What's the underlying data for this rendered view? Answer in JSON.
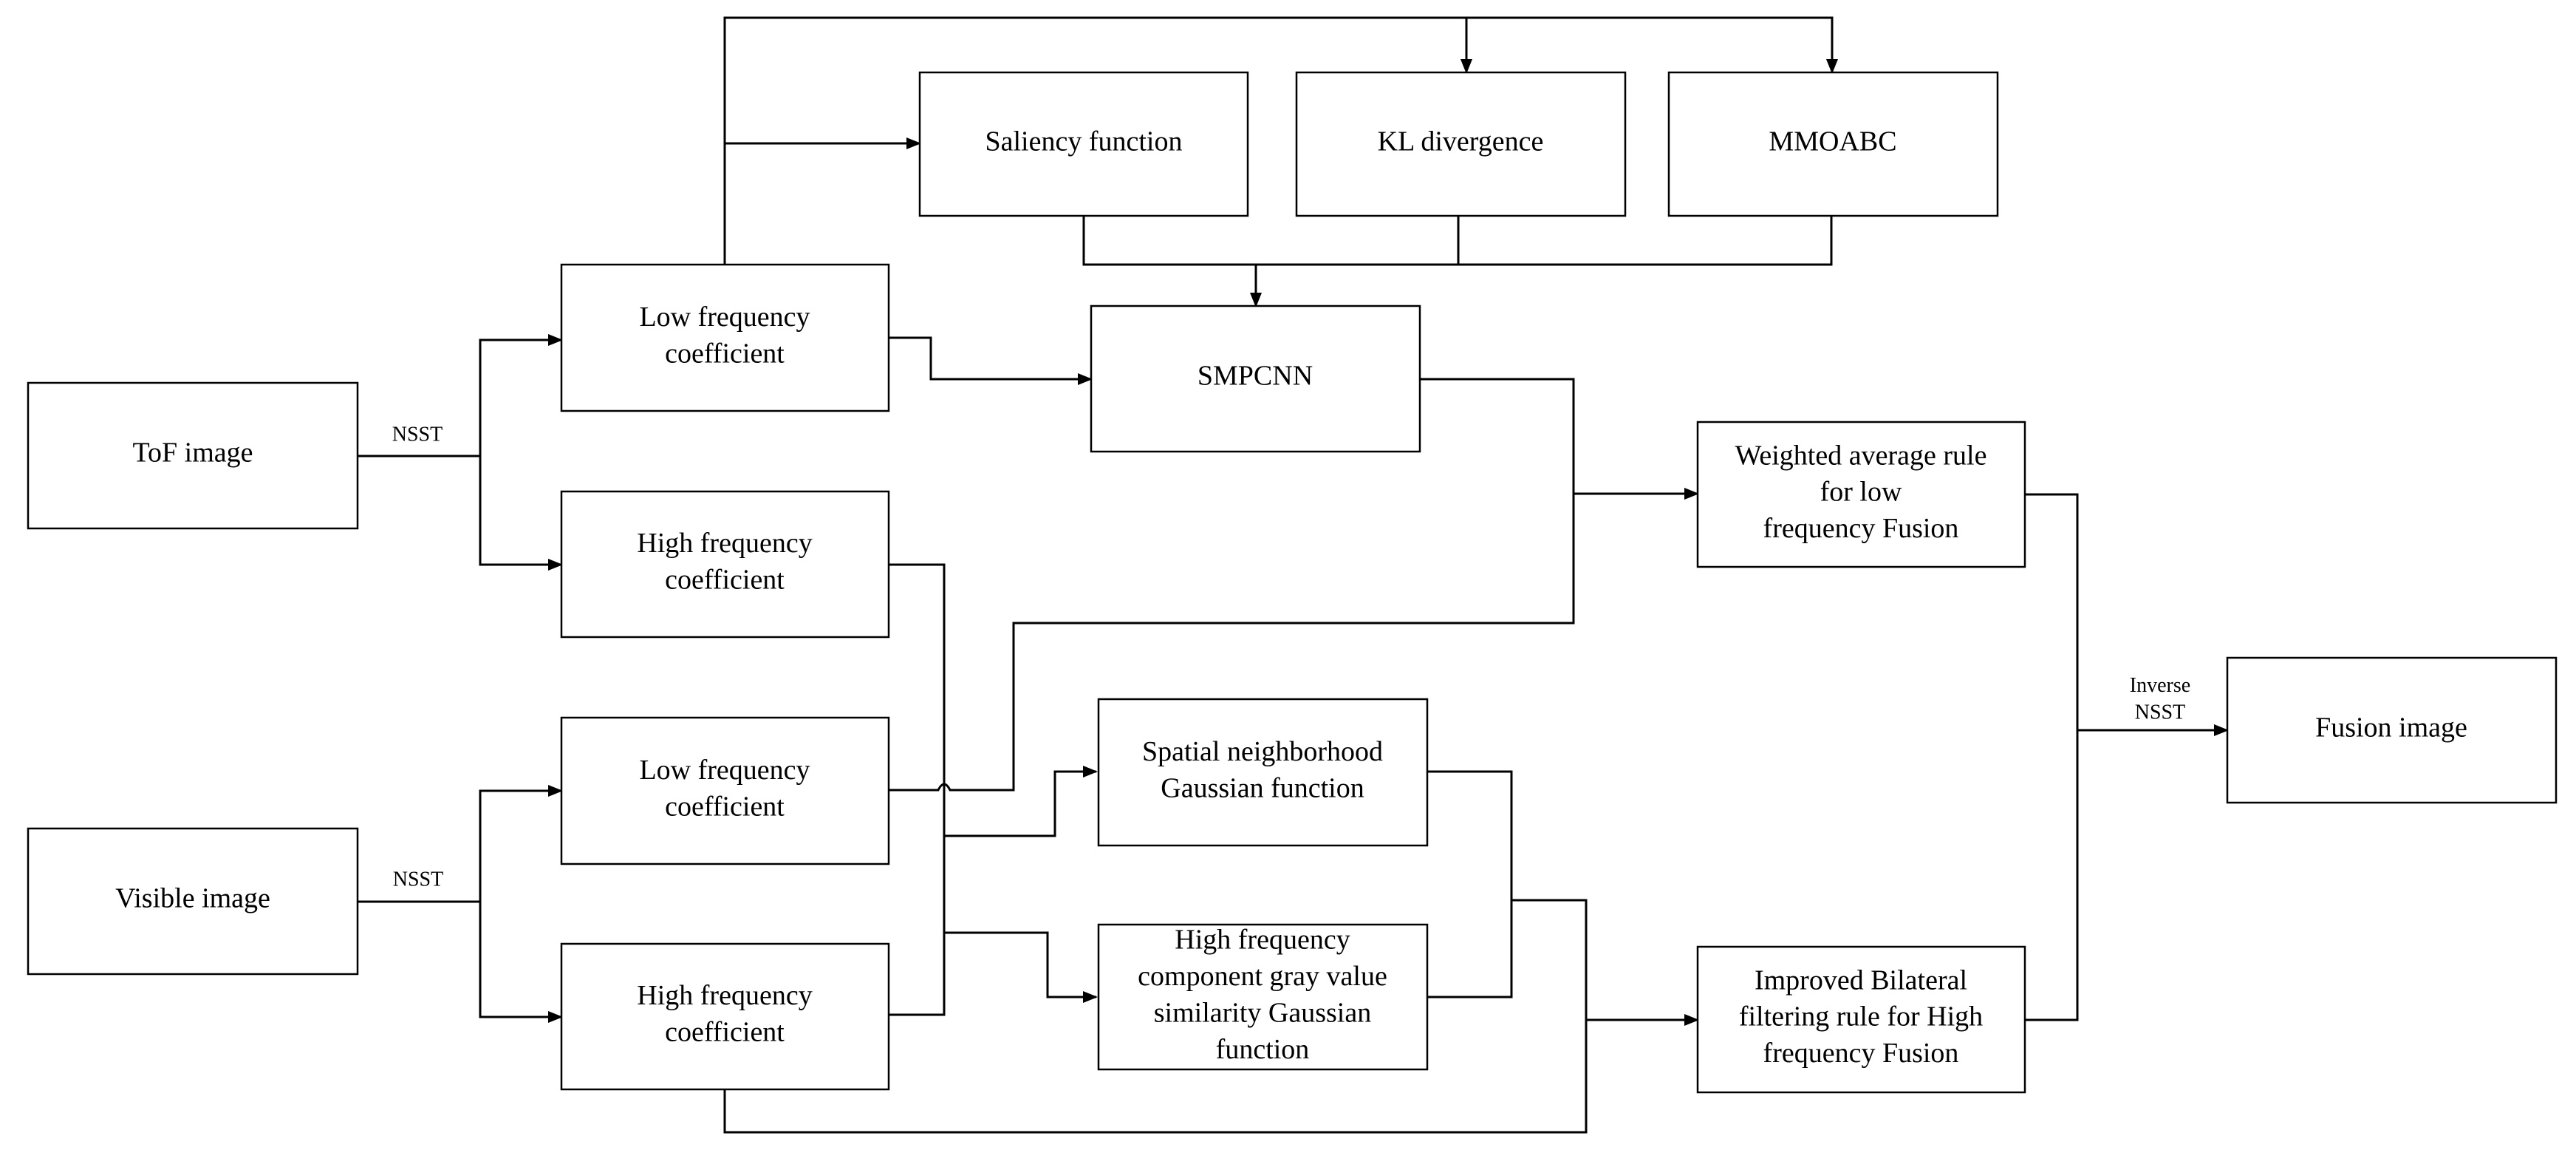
{
  "nodes": {
    "tof": [
      "ToF image"
    ],
    "visible": [
      "Visible image"
    ],
    "low1": [
      "Low frequency",
      "coefficient"
    ],
    "high1": [
      "High frequency",
      "coefficient"
    ],
    "low2": [
      "Low frequency",
      "coefficient"
    ],
    "high2": [
      "High frequency",
      "coefficient"
    ],
    "saliency": [
      "Saliency function"
    ],
    "kl": [
      "KL divergence"
    ],
    "mmoabc": [
      "MMOABC"
    ],
    "smpcnn": [
      "SMPCNN"
    ],
    "weighted": [
      "Weighted average rule",
      "for low",
      "frequency Fusion"
    ],
    "spatial": [
      "Spatial neighborhood",
      "Gaussian function"
    ],
    "graysim": [
      "High frequency",
      "component gray value",
      "similarity Gaussian",
      "function"
    ],
    "bilateral": [
      "Improved Bilateral",
      "filtering rule for High",
      "frequency Fusion"
    ],
    "fusion": [
      "Fusion image"
    ]
  },
  "edge_labels": {
    "nsst_top": [
      "NSST"
    ],
    "nsst_bottom": [
      "NSST"
    ],
    "inverse": [
      "Inverse",
      "NSST"
    ]
  },
  "colors": {
    "stroke": "#000000",
    "background": "#ffffff"
  }
}
